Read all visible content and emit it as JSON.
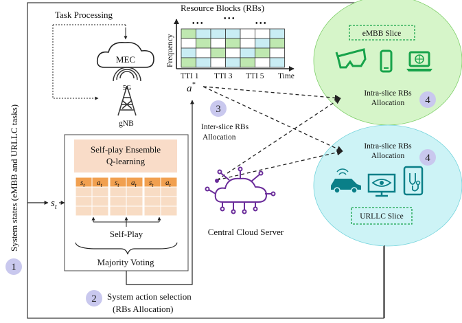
{
  "colors": {
    "embb_fill": "#d6f5c9",
    "urllc_fill": "#cdf3f6",
    "slice_accent": "#17a34a",
    "urllc_accent": "#0aa7b0",
    "badge_fill": "#c9c8ee",
    "q_header": "#f1a050",
    "q_body": "#f8dcc4",
    "q_title_bg": "#f9dcc8",
    "rb_green": "#bfe8b0",
    "rb_blue": "#c9edf4",
    "cloud_purple": "#6a2c9a"
  },
  "labels": {
    "task_processing": "Task Processing",
    "mec": "MEC",
    "five_g": "5G",
    "gnb": "gNB",
    "resource_blocks": "Resource Blocks (RBs)",
    "frequency": "Frequency",
    "time": "Time",
    "tti1": "TTI 1",
    "tti3": "TTI 3",
    "tti5": "TTI 5",
    "dots": "• • •",
    "a_star": "a",
    "a_star_sup": "*",
    "embb_slice": "eMBB Slice",
    "urllc_slice": "URLLC Slice",
    "intra_top_1": "Intra-slice RBs",
    "intra_top_2": "Allocation",
    "intra_bottom_1": "Intra-slice RBs",
    "intra_bottom_2": "Allocation",
    "inter_1": "Inter-slice RBs",
    "inter_2": "Allocation",
    "q_title_1": "Self-play Ensemble",
    "q_title_2": "Q-learning",
    "s_t": "s",
    "t_sub": "t",
    "cell_s": "s",
    "cell_a": "a",
    "self_play": "Self-Play",
    "majority_voting": "Majority Voting",
    "central_cloud": "Central Cloud Server",
    "system_states": "System states (eMBB and URLLC tasks)",
    "system_action_1": "System action selection",
    "system_action_2": "(RBs Allocation)",
    "badge1": "1",
    "badge2": "2",
    "badge3": "3",
    "badge4a": "4",
    "badge4b": "4"
  },
  "icons": [
    "vr-glasses-icon",
    "smartphone-icon",
    "laptop-globe-icon",
    "connected-car-icon",
    "monitor-eye-icon",
    "tablet-stethoscope-icon",
    "cloud-network-icon",
    "antenna-tower-icon",
    "cloud-icon"
  ]
}
